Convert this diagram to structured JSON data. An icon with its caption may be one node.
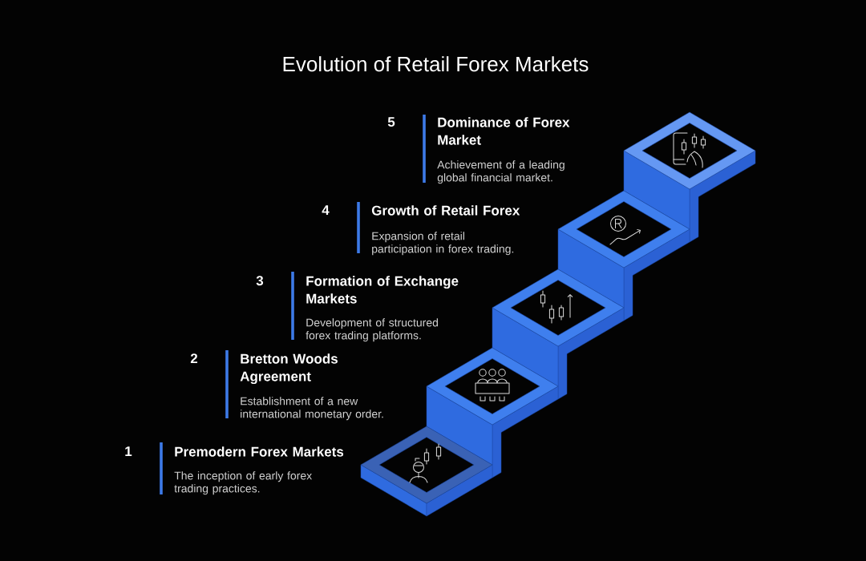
{
  "diagram": {
    "title": "Evolution of Retail Forex Markets",
    "nodes": [
      {
        "text": [
          "1",
          "Premodern Forex Markets",
          "The inception of early forex trading practices."
        ]
      },
      {
        "text": [
          "2",
          "Bretton Woods Agreement",
          "Establishment of a new international monetary order."
        ]
      },
      {
        "text": [
          "3",
          "Formation of Exchange Markets",
          "Development of structured forex trading platforms."
        ]
      },
      {
        "text": [
          "4",
          "Growth of Retail Forex",
          "Expansion of retail participation in forex trading."
        ]
      },
      {
        "text": [
          "5",
          "Dominance of Forex Market",
          "Achievement of a leading global financial market."
        ]
      }
    ]
  }
}
